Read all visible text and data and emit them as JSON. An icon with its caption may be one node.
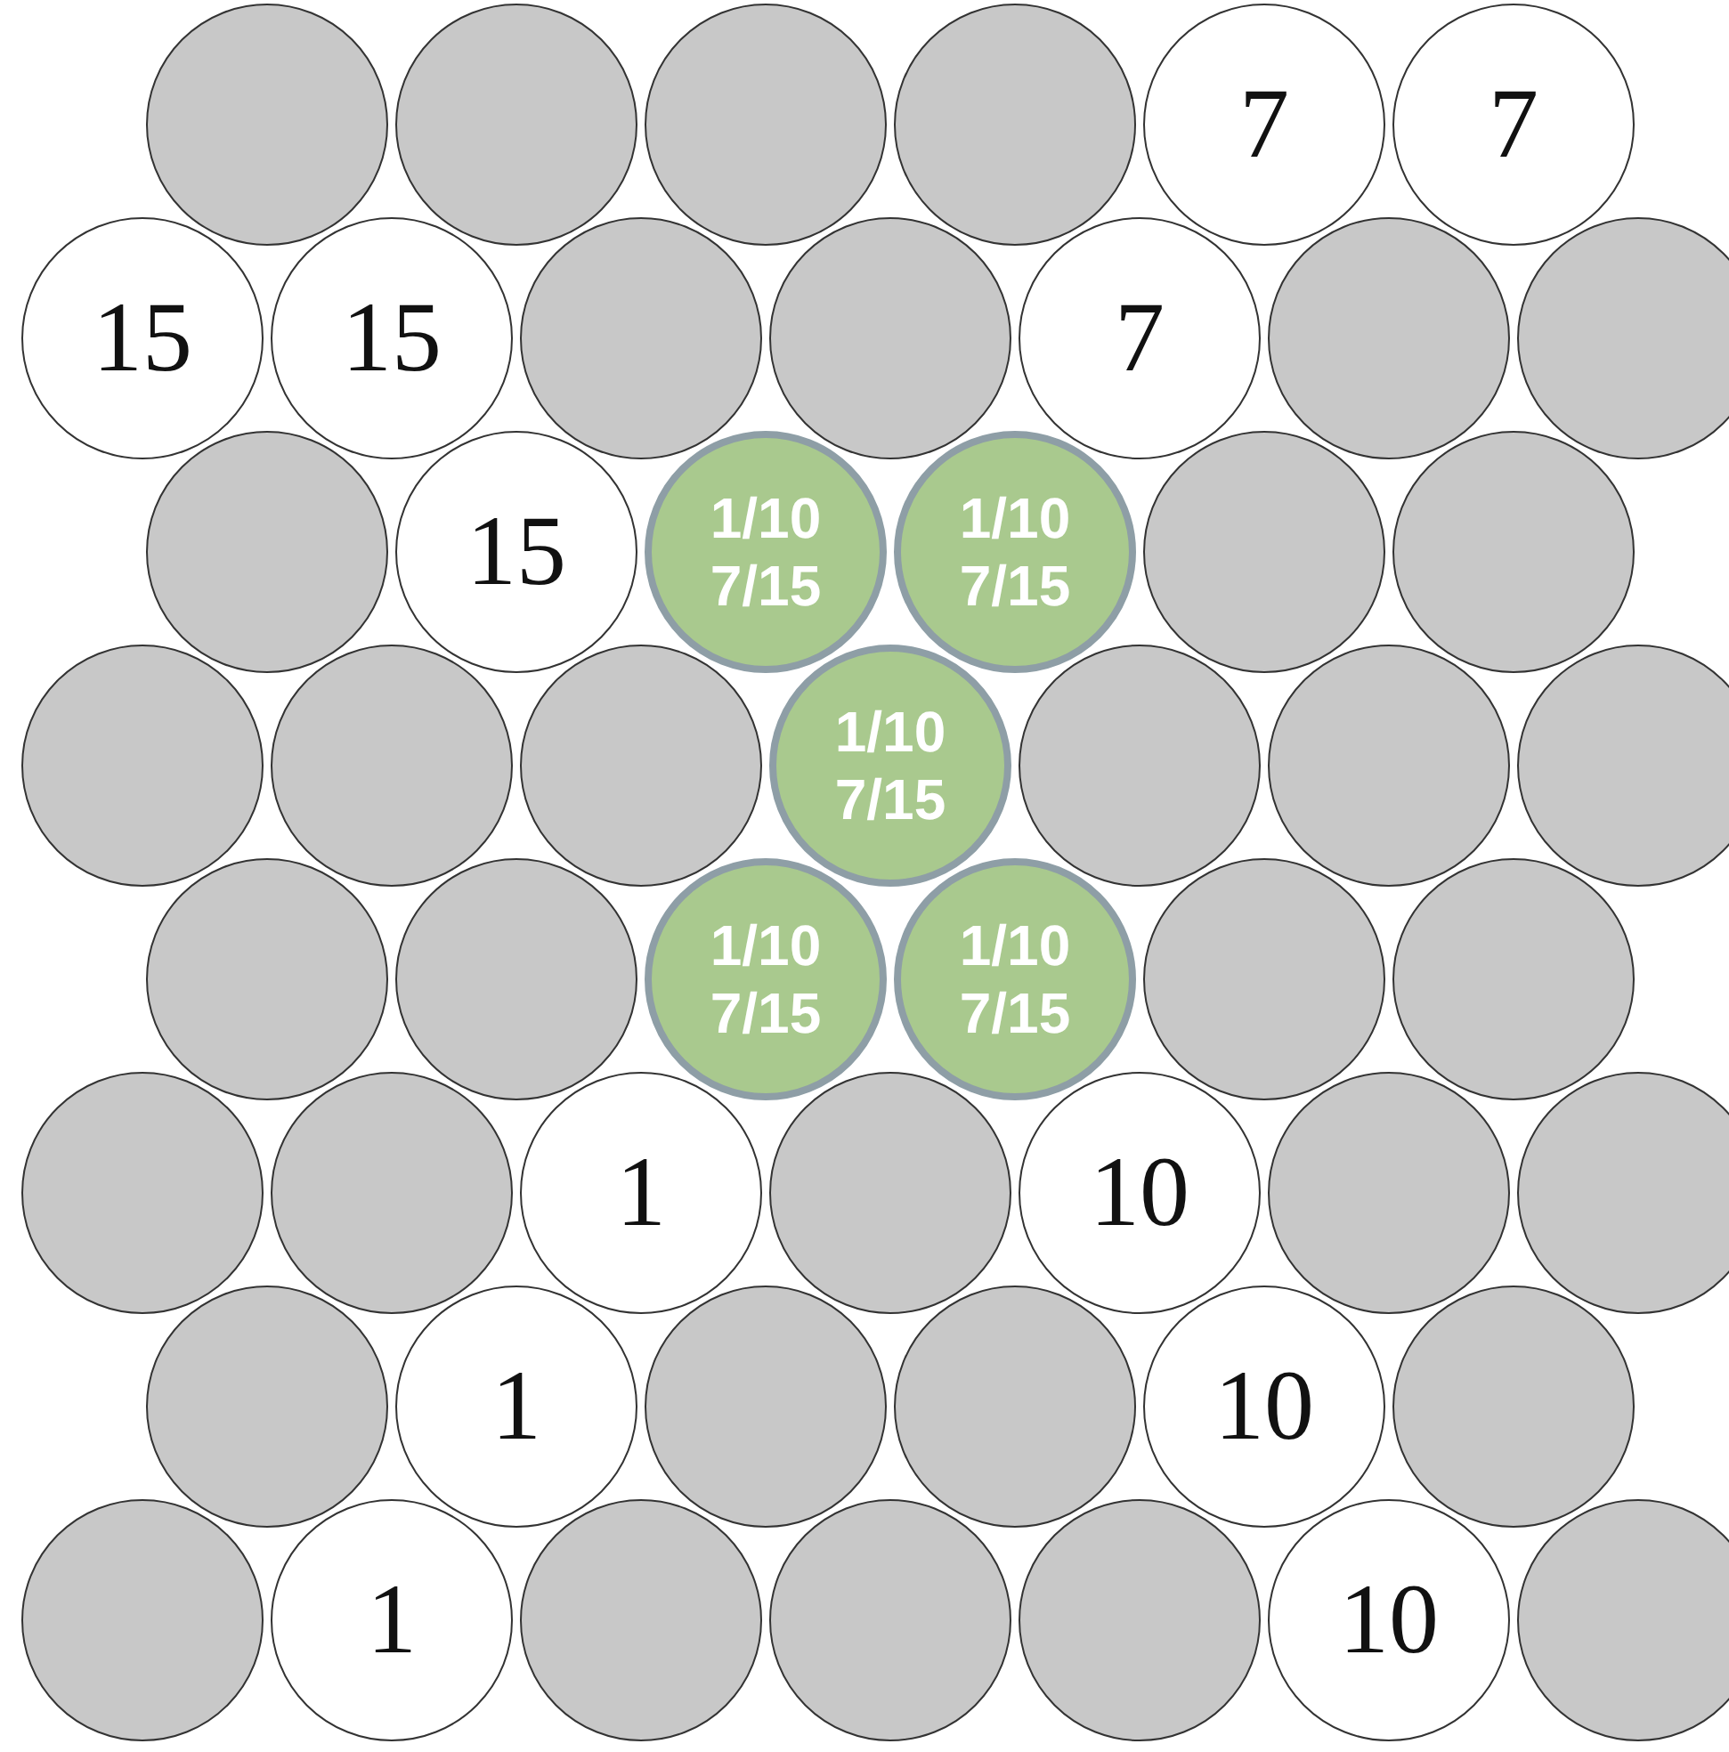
{
  "diagram": {
    "nodes": [
      {
        "text": [],
        "shape": "circle"
      },
      {
        "text": [],
        "shape": "circle"
      },
      {
        "text": [],
        "shape": "circle"
      },
      {
        "text": [],
        "shape": "circle"
      },
      {
        "text": [
          "7"
        ]
      },
      {
        "text": [
          "7"
        ]
      },
      {
        "text": [
          "15"
        ]
      },
      {
        "text": [
          "15"
        ]
      },
      {
        "text": [],
        "shape": "circle"
      },
      {
        "text": [],
        "shape": "circle"
      },
      {
        "text": [
          "7"
        ]
      },
      {
        "text": [],
        "shape": "circle"
      },
      {
        "text": [],
        "shape": "circle"
      },
      {
        "text": [],
        "shape": "circle"
      },
      {
        "text": [
          "15"
        ]
      },
      {
        "text": [
          "1/10",
          "7/15"
        ]
      },
      {
        "text": [
          "1/10",
          "7/15"
        ]
      },
      {
        "text": [],
        "shape": "circle"
      },
      {
        "text": [],
        "shape": "circle"
      },
      {
        "text": [],
        "shape": "circle"
      },
      {
        "text": [],
        "shape": "circle"
      },
      {
        "text": [],
        "shape": "circle"
      },
      {
        "text": [
          "1/10",
          "7/15"
        ]
      },
      {
        "text": [],
        "shape": "circle"
      },
      {
        "text": [],
        "shape": "circle"
      },
      {
        "text": [],
        "shape": "circle"
      },
      {
        "text": [],
        "shape": "circle"
      },
      {
        "text": [],
        "shape": "circle"
      },
      {
        "text": [
          "1/10",
          "7/15"
        ]
      },
      {
        "text": [
          "1/10",
          "7/15"
        ]
      },
      {
        "text": [],
        "shape": "circle"
      },
      {
        "text": [],
        "shape": "circle"
      },
      {
        "text": [],
        "shape": "circle"
      },
      {
        "text": [],
        "shape": "circle"
      },
      {
        "text": [
          "1"
        ]
      },
      {
        "text": [],
        "shape": "circle"
      },
      {
        "text": [
          "10"
        ]
      },
      {
        "text": [],
        "shape": "circle"
      },
      {
        "text": [],
        "shape": "circle"
      },
      {
        "text": [],
        "shape": "circle"
      },
      {
        "text": [
          "1"
        ]
      },
      {
        "text": [],
        "shape": "circle"
      },
      {
        "text": [],
        "shape": "circle"
      },
      {
        "text": [
          "10"
        ]
      },
      {
        "text": [],
        "shape": "circle"
      },
      {
        "text": [],
        "shape": "circle"
      },
      {
        "text": [
          "1"
        ]
      },
      {
        "text": [],
        "shape": "circle"
      },
      {
        "text": [],
        "shape": "circle"
      },
      {
        "text": [],
        "shape": "circle"
      },
      {
        "text": [
          "10"
        ]
      },
      {
        "text": [],
        "shape": "circle"
      }
    ]
  }
}
